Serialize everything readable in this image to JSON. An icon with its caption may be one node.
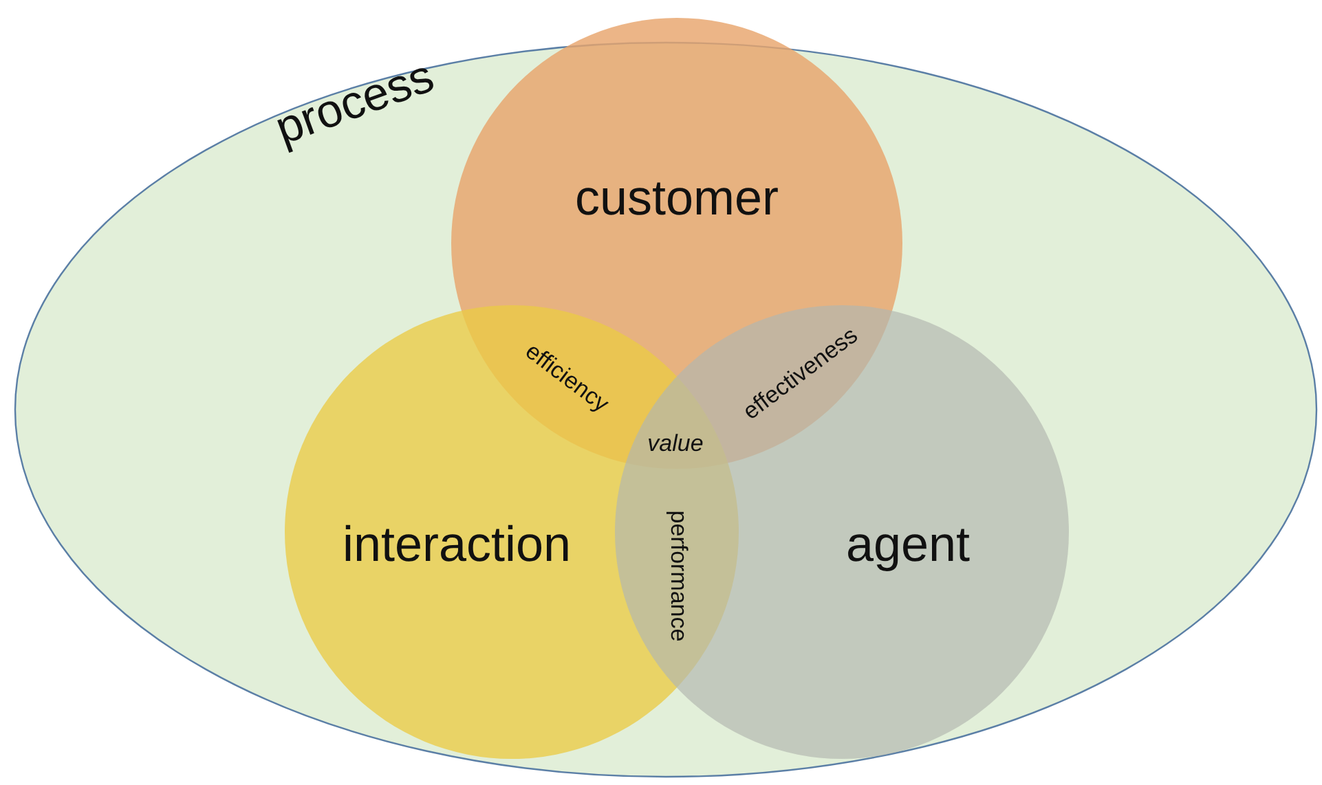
{
  "diagram": {
    "nodes": [
      {
        "text": [
          "process"
        ]
      },
      {
        "text": [
          "customer"
        ],
        "in": 0
      },
      {
        "text": [
          "interaction"
        ],
        "in": 0
      },
      {
        "text": [
          "agent"
        ],
        "in": 0
      }
    ],
    "labels": [
      "efficiency",
      "effectiveness",
      "value",
      "performance"
    ]
  }
}
